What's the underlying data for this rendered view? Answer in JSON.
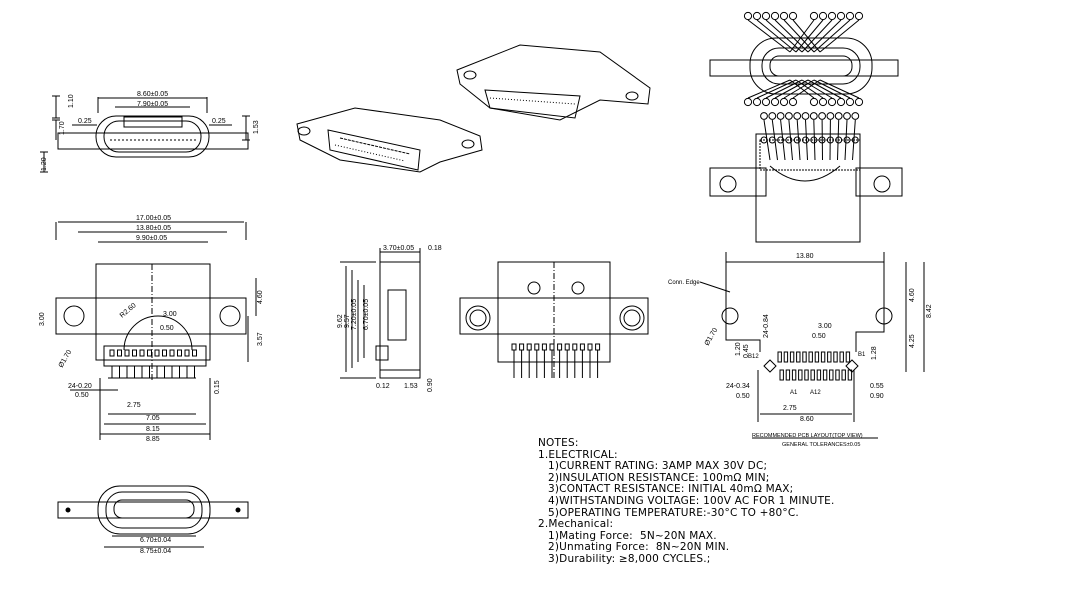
{
  "dims": {
    "top_view": {
      "width_outer": "8.60±0.05",
      "width_inner": "7.90±0.05",
      "left_gap": "0.25",
      "right_gap": "0.25",
      "height_top": "1.10",
      "height_left": "1.70",
      "height_right": "1.53",
      "thickness": "1.20"
    },
    "front_view": {
      "overall": "17.00±0.05",
      "mid": "13.80±0.05",
      "inner": "9.90±0.05",
      "hole_h": "3.00",
      "right_h": "4.60",
      "right_low": "3.57",
      "radius": "R2.60",
      "tab_w": "3.00",
      "tab_small": "0.50",
      "hole_dia": "Ø1.70",
      "pin_pitch": "24-0.20",
      "pin_w": "0.50",
      "pin_span": "2.75",
      "pin_h": "0.15",
      "d1": "7.05",
      "d2": "8.15",
      "d3": "8.85"
    },
    "side_view": {
      "top_w": "3.70±0.05",
      "top_right": "0.18",
      "h1": "9.62",
      "h2": "9.57",
      "h3": "7.20±0.05",
      "h4": "6.70±0.05",
      "foot_w": "0.12",
      "foot_r": "1.53",
      "foot_h": "0.90"
    },
    "pcb": {
      "width": "13.80",
      "conn_edge": "Conn. Edge",
      "right_top": "4.60",
      "right_total": "8.42",
      "right_low": "4.25",
      "hole_dia": "Ø1.70",
      "a_h1": "1.20",
      "a_h2": "0.45",
      "pin_pitch": "24-0.84",
      "pad_w": "3.00",
      "pad_small": "0.50",
      "h_b1": "1.28",
      "pitch2": "24-0.34",
      "w050": "0.50",
      "span": "2.75",
      "r055": "0.55",
      "r090": "0.90",
      "total": "8.60",
      "b12": "B12",
      "b1": "B1",
      "a1": "A1",
      "a12": "A12",
      "caption": "RECOMMENDED PCB LAYOUT(TOP VIEW)",
      "tolerance": "GENERAL TOLERANCES±0.05"
    },
    "bottom_view": {
      "w1": "6.70±0.04",
      "w2": "8.75±0.04"
    }
  },
  "notes": {
    "heading": "NOTES:",
    "electrical": "1.ELECTRICAL:",
    "e1": "1)CURRENT RATING: 3AMP MAX 30V DC;",
    "e2": "2)INSULATION RESISTANCE: 100mΩ MIN;",
    "e3": "3)CONTACT RESISTANCE: INITIAL 40mΩ MAX;",
    "e4": "4)WITHSTANDING VOLTAGE: 100V AC FOR 1 MINUTE.",
    "e5": "5)OPERATING TEMPERATURE:-30°C TO +80°C.",
    "mechanical": "2.Mechanical:",
    "m1": "1)Mating Force:  5N~20N MAX.",
    "m2": "2)Unmating Force:  8N~20N MIN.",
    "m3": "3)Durability: ≥8,000 CYCLES.;"
  }
}
